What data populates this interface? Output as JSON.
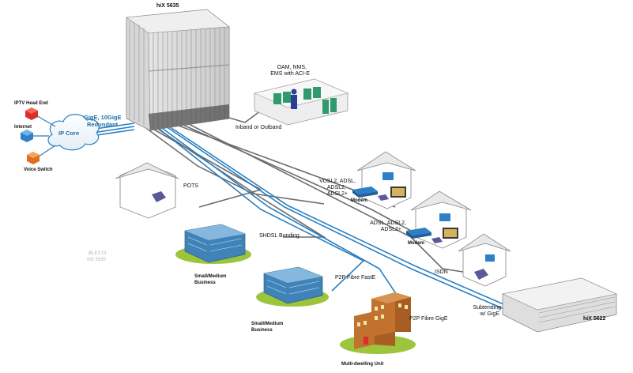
{
  "title_main": "hiX 5635",
  "title_sub": "hiX 5622",
  "sources": {
    "iptv": "IPTV Head End",
    "internet": "Internet",
    "voice": "Voice Switch",
    "cloud": "IP Core"
  },
  "uplink": {
    "line1": "GigE, 10GigE",
    "line2": "Redundant"
  },
  "management": {
    "line1": "OAM, NMS,",
    "line2": "EMS with ACI-E",
    "link": "Inband or Outband"
  },
  "links": {
    "pots": "POTS",
    "shdsl": "SHDSL Bonding",
    "vdsl1": "VDSL2, ADSL,",
    "vdsl2": "ADSL2,",
    "vdsl3": "ADSL2+",
    "adsl1": "ADSL, ADSL2,",
    "adsl2": "ADSL2+",
    "isdn": "ISDN",
    "p2p_faste": "P2P Fibre FastE",
    "p2p_gige": "P2P Fibre GigE",
    "sub1": "Subtending",
    "sub2": "w/ GigE"
  },
  "devices": {
    "modem1": "Modem",
    "modem2": "Modem"
  },
  "sites": {
    "smb1a": "Small/Medium",
    "smb1b": "Business",
    "smb2a": "Small/Medium",
    "smb2b": "Business",
    "mdu": "Multi-dwelling Unit"
  },
  "watermark": {
    "line1": "BLESTA",
    "line2": "hiX 5635"
  },
  "colors": {
    "fibre": "#2a7fc1",
    "copper": "#6d6d6d",
    "grass": "#9cc43c",
    "building_blue": "#3f83b8",
    "brick": "#c0722e",
    "router_red": "#d9302b",
    "router_blue": "#2f7fc7",
    "router_orange": "#e0701e"
  }
}
